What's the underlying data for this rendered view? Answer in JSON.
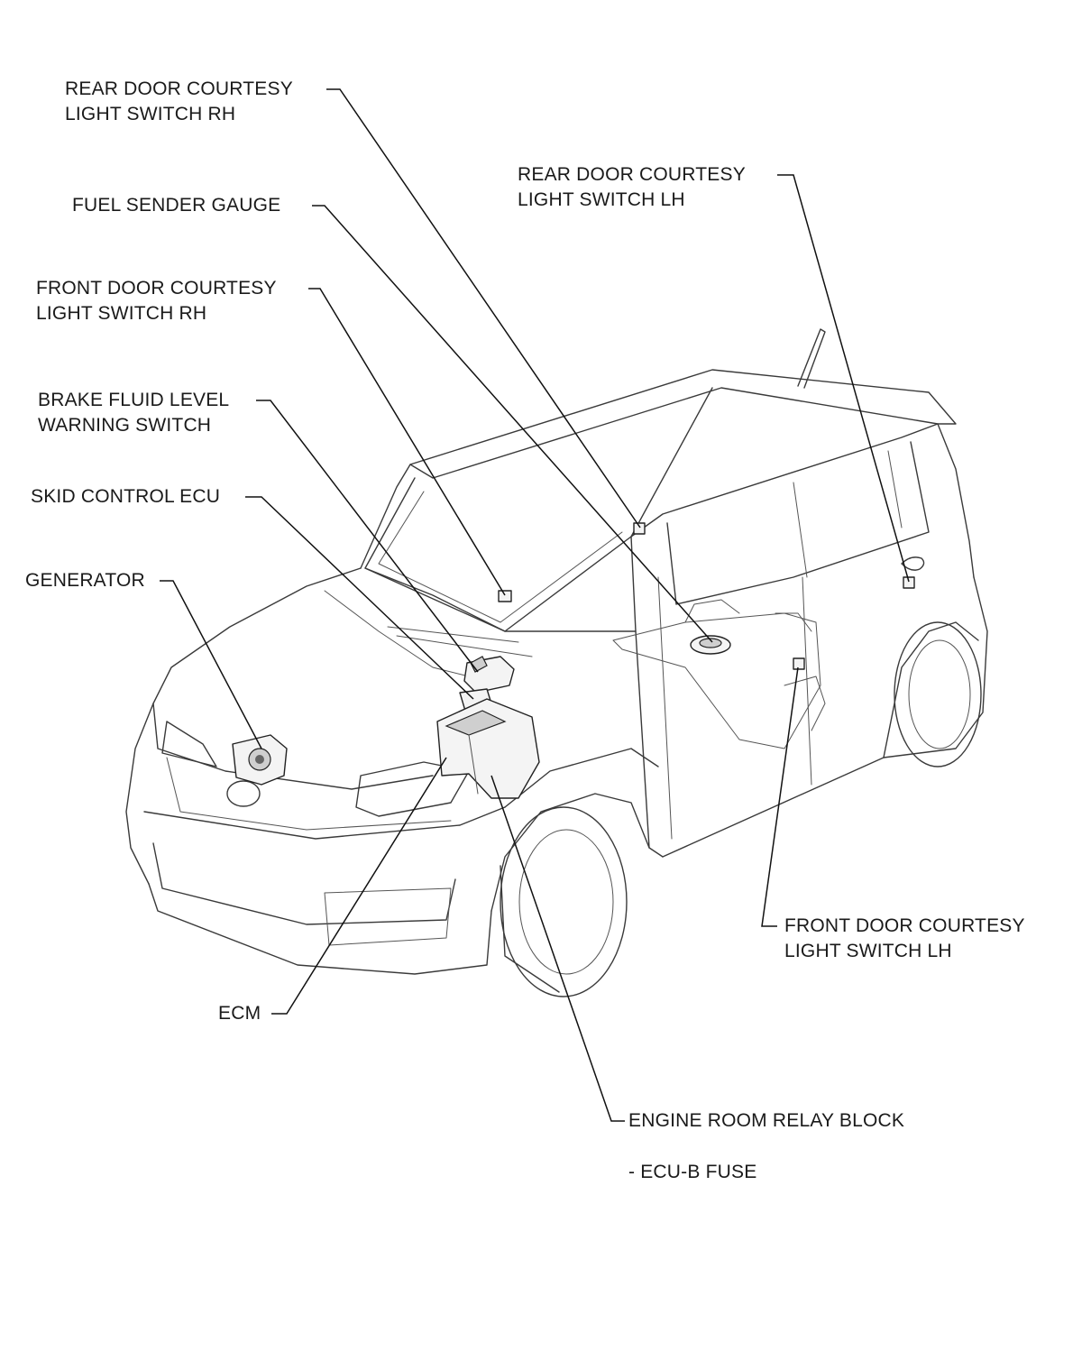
{
  "labels": {
    "rear_door_rh": [
      "REAR DOOR COURTESY",
      "LIGHT SWITCH RH"
    ],
    "fuel_sender": [
      "FUEL SENDER GAUGE"
    ],
    "front_door_rh": [
      "FRONT DOOR COURTESY",
      "LIGHT SWITCH RH"
    ],
    "brake_fluid": [
      "BRAKE FLUID LEVEL",
      "WARNING SWITCH"
    ],
    "skid_control": [
      "SKID CONTROL ECU"
    ],
    "generator": [
      "GENERATOR"
    ],
    "rear_door_lh": [
      "REAR DOOR COURTESY",
      "LIGHT SWITCH LH"
    ],
    "front_door_lh": [
      "FRONT DOOR COURTESY",
      "LIGHT SWITCH LH"
    ],
    "ecm": [
      "ECM"
    ],
    "engine_room_relay": [
      "ENGINE ROOM RELAY BLOCK"
    ],
    "ecu_b_fuse": [
      "- ECU-B FUSE"
    ]
  },
  "colors": {
    "line": "#111111",
    "background": "#ffffff"
  }
}
